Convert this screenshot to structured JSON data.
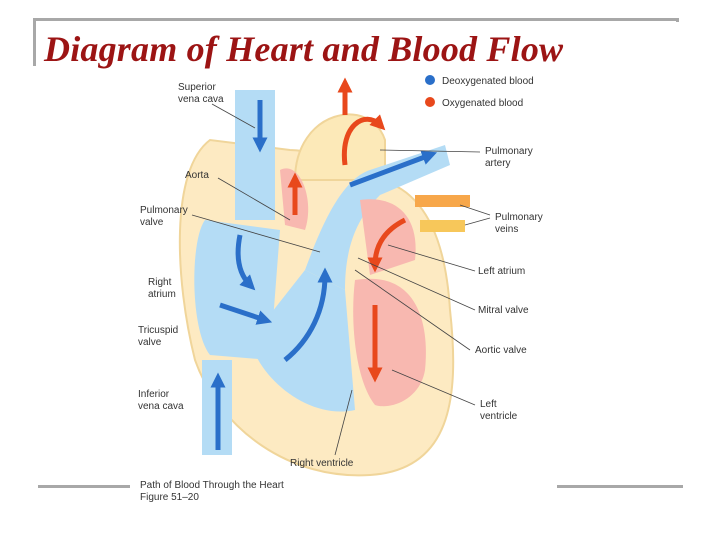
{
  "title": "Diagram of Heart and Blood Flow",
  "legend": {
    "deoxygenated": "Deoxygenated blood",
    "oxygenated": "Oxygenated blood"
  },
  "labels": {
    "superior_vena_cava": [
      "Superior",
      "vena cava"
    ],
    "aorta": "Aorta",
    "pulmonary_valve": [
      "Pulmonary",
      "valve"
    ],
    "right_atrium": [
      "Right",
      "atrium"
    ],
    "tricuspid_valve": [
      "Tricuspid",
      "valve"
    ],
    "inferior_vena_cava": [
      "Inferior",
      "vena cava"
    ],
    "pulmonary_artery": [
      "Pulmonary",
      "artery"
    ],
    "pulmonary_veins": [
      "Pulmonary",
      "veins"
    ],
    "left_atrium": "Left atrium",
    "mitral_valve": "Mitral valve",
    "aortic_valve": "Aortic valve",
    "left_ventricle": [
      "Left",
      "ventricle"
    ],
    "right_ventricle": "Right ventricle"
  },
  "caption": {
    "title": "Path of Blood Through the Heart",
    "figure": "Figure 51–20"
  },
  "colors": {
    "title": "#9c1414",
    "deoxygenated": "#2a6fc9",
    "oxygenated": "#e8481c",
    "heart_wall": "#fdeac2",
    "deoxy_chamber": "#b4dcf5",
    "oxy_chamber": "#f8b8b0"
  }
}
